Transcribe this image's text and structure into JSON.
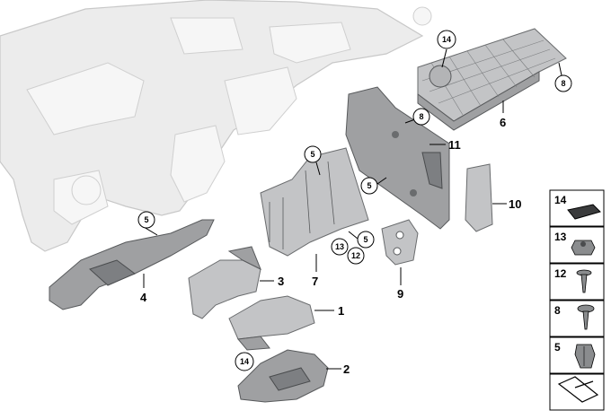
{
  "callouts": {
    "p1": "1",
    "p2": "2",
    "p3": "3",
    "p4": "4",
    "p6": "6",
    "p7": "7",
    "p9": "9",
    "p10": "10",
    "p11": "11",
    "c14a": "14",
    "c14b": "14",
    "c8a": "8",
    "c8b": "8",
    "c5a": "5",
    "c5b": "5",
    "c5c": "5",
    "c5d": "5",
    "c13": "13",
    "c12": "12"
  },
  "legend": [
    {
      "number": "14",
      "icon": "foam-pad-icon"
    },
    {
      "number": "13",
      "icon": "nut-clip-icon"
    },
    {
      "number": "12",
      "icon": "screw-icon"
    },
    {
      "number": "8",
      "icon": "screw-with-washer-icon"
    },
    {
      "number": "5",
      "icon": "clip-icon"
    },
    {
      "number": "",
      "icon": "kit-bracket-icon"
    }
  ],
  "colors": {
    "part": "#9fa0a2",
    "dashboard": "#ececec",
    "line": "#000000"
  }
}
